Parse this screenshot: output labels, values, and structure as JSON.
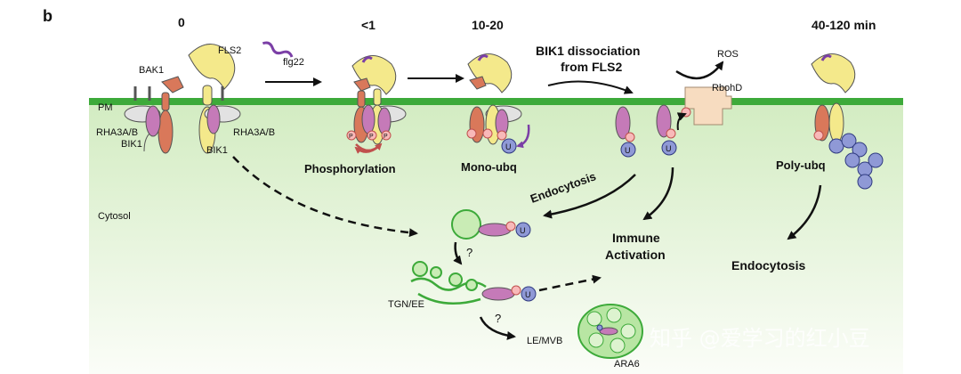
{
  "panel_letter": "b",
  "time_labels": [
    "0",
    "<1",
    "10-20",
    "40-120 min"
  ],
  "protein_labels": {
    "bak1": "BAK1",
    "fls2": "FLS2",
    "flg22": "flg22",
    "rha3_left": "RHA3A/B",
    "bik1_left": "BIK1",
    "rha3_right": "RHA3A/B",
    "bik1_right": "BIK1",
    "rbohd": "RbohD",
    "ros": "ROS",
    "ara6": "ARA6"
  },
  "compartments": {
    "pm": "PM",
    "cytosol": "Cytosol",
    "tgn_ee": "TGN/EE",
    "le_mvb": "LE/MVB"
  },
  "events": {
    "phosphorylation": "Phosphorylation",
    "mono_ubq": "Mono-ubq",
    "poly_ubq": "Poly-ubq",
    "dissociation_line1": "BIK1 dissociation",
    "dissociation_line2": "from FLS2",
    "endocytosis_mid": "Endocytosis",
    "endocytosis_right": "Endocytosis",
    "immune_line1": "Immune",
    "immune_line2": "Activation",
    "question_1": "?",
    "question_2": "?"
  },
  "symbols": {
    "phospho": "P",
    "ubiquitin": "U"
  },
  "watermark": "知乎 @爱学习的红小豆",
  "colors": {
    "membrane": "#3daa3a",
    "cytosol_top": "#d3ecc2",
    "cytosol_bottom": "#fbfdf8",
    "fls2": "#f4e98b",
    "bak1": "#d9785a",
    "bik1": "#c57ab8",
    "rha3": "#e2e2e2",
    "flg22": "#7b3fa6",
    "phospho": "#e23d3d",
    "ubiquitin": "#4a5aa8",
    "rbohd": "#f7dcc0",
    "vesicle": "#b8e6a3"
  }
}
